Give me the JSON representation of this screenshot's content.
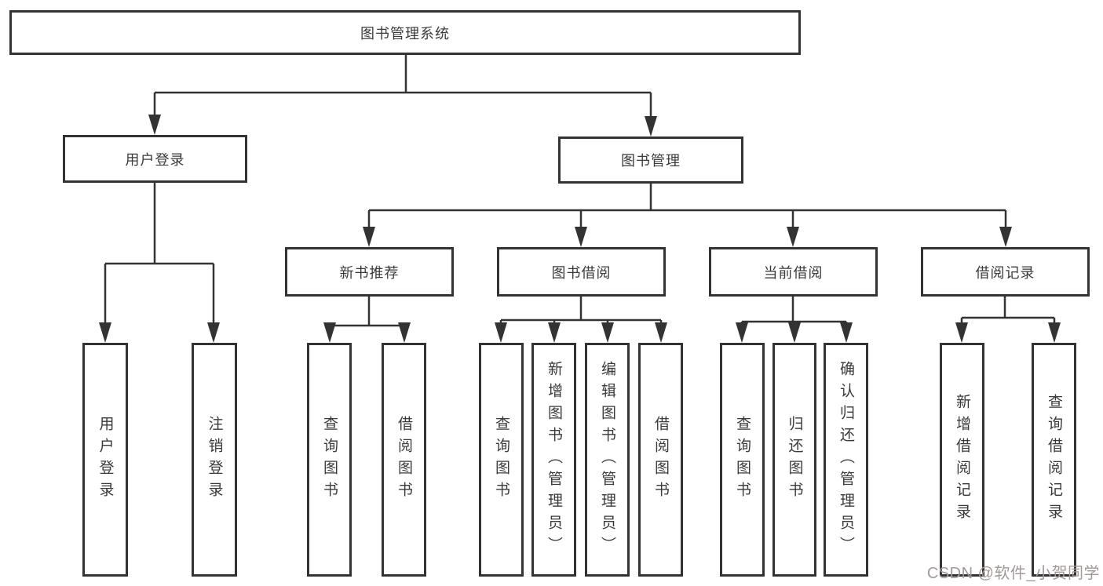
{
  "title": "图书管理系统",
  "watermark": "CSDN @软件_小贺同学",
  "colors": {
    "line": "#333333",
    "text": "#3a3a3a",
    "box_background": "#ffffff",
    "watermark": "#a39898"
  },
  "tree": {
    "label": "图书管理系统",
    "children": [
      {
        "label": "用户登录",
        "children": [
          {
            "label": "用户登录"
          },
          {
            "label": "注销登录"
          }
        ]
      },
      {
        "label": "图书管理",
        "children": [
          {
            "label": "新书推荐",
            "children": [
              {
                "label": "查询图书"
              },
              {
                "label": "借阅图书"
              }
            ]
          },
          {
            "label": "图书借阅",
            "children": [
              {
                "label": "查询图书"
              },
              {
                "label": "新增图书（管理员）"
              },
              {
                "label": "编辑图书（管理员）"
              },
              {
                "label": "借阅图书"
              }
            ]
          },
          {
            "label": "当前借阅",
            "children": [
              {
                "label": "查询图书"
              },
              {
                "label": "归还图书"
              },
              {
                "label": "确认归还（管理员）"
              }
            ]
          },
          {
            "label": "借阅记录",
            "children": [
              {
                "label": "新增借阅记录"
              },
              {
                "label": "查询借阅记录"
              }
            ]
          }
        ]
      }
    ]
  }
}
